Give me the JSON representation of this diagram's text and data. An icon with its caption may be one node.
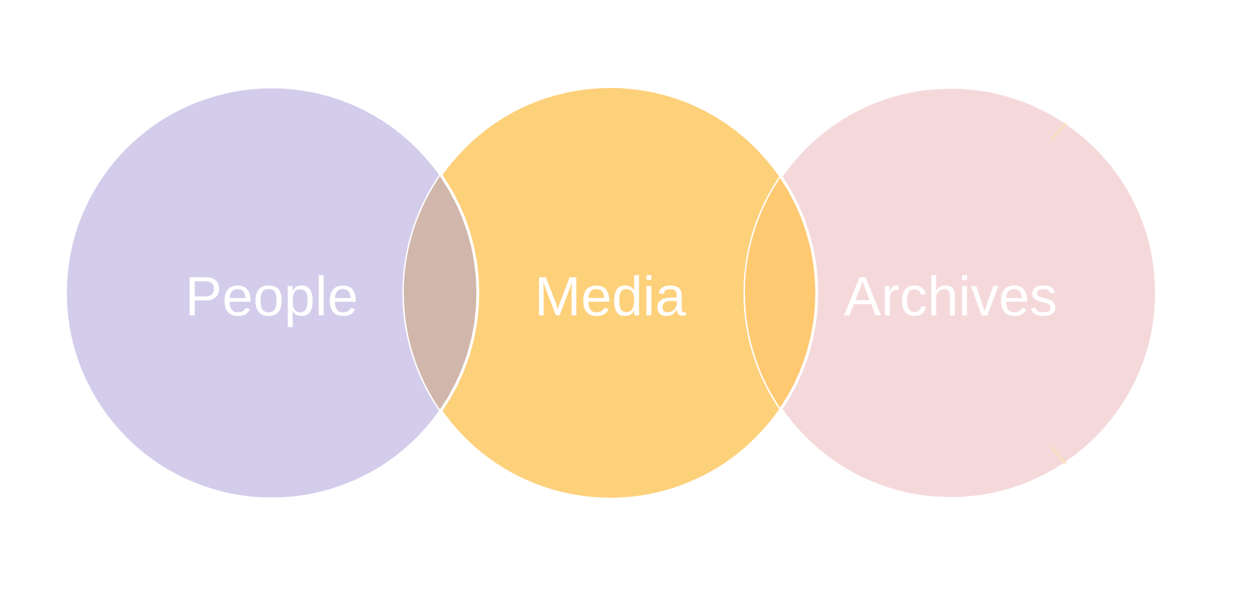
{
  "diagram": {
    "nodes": [
      {
        "text": [
          "People"
        ]
      },
      {
        "text": [
          "Media"
        ]
      },
      {
        "text": [
          "Archives"
        ]
      }
    ]
  }
}
